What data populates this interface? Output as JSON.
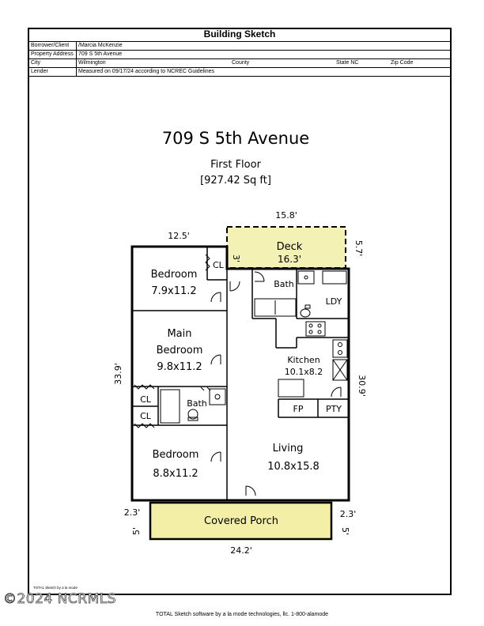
{
  "header": {
    "title": "Building Sketch",
    "rows": [
      {
        "label": "Borrower/Client",
        "value": "/Marcia McKenzie"
      },
      {
        "label": "Property Address",
        "value": "709 S 5th Avenue"
      },
      {
        "label": "City",
        "value": "Wilmington",
        "county_label": "County",
        "state_label": "State",
        "state_value": "NC",
        "zip_label": "Zip Code"
      },
      {
        "label": "Lender",
        "value": "Measured on 09/17/24 according to NCREC Guidelines"
      }
    ]
  },
  "plan": {
    "address": "709 S 5th Avenue",
    "floor": "First Floor",
    "area": "[927.42 Sq ft]",
    "dims": {
      "top_left": "12.5'",
      "deck_width": "15.8'",
      "deck_height": "5.7'",
      "deck_inner": "3'",
      "left": "33.9'",
      "right": "30.9'",
      "porch_left_w": "2.3'",
      "porch_right_w": "2.3'",
      "porch_left_h": "5'",
      "porch_right_h": "5'",
      "bottom": "24.2'"
    },
    "rooms": {
      "deck_name": "Deck",
      "deck_size": "16.3'",
      "cl_top": "CL",
      "bedroom1_name": "Bedroom",
      "bedroom1_size": "7.9x11.2",
      "bath_top": "Bath",
      "ldy": "LDY",
      "main_bed_line1": "Main",
      "main_bed_line2": "Bedroom",
      "main_bed_size": "9.8x11.2",
      "kitchen_name": "Kitchen",
      "kitchen_size": "10.1x8.2",
      "cl_1": "CL",
      "cl_2": "CL",
      "bath_mid": "Bath",
      "fp": "FP",
      "pty": "PTY",
      "bedroom2_name": "Bedroom",
      "bedroom2_size": "8.8x11.2",
      "living_name": "Living",
      "living_size": "10.8x15.8",
      "porch": "Covered Porch"
    }
  },
  "footer": {
    "small": "TOTAL Sketch by a la mode",
    "software": "TOTAL Sketch software by a la mode technologies, llc. 1-800-alamode",
    "watermark": "©2024 NCRMLS"
  },
  "colors": {
    "deck_fill": "#f4f1b5",
    "porch_fill": "#f3efa6",
    "line": "#000000"
  }
}
